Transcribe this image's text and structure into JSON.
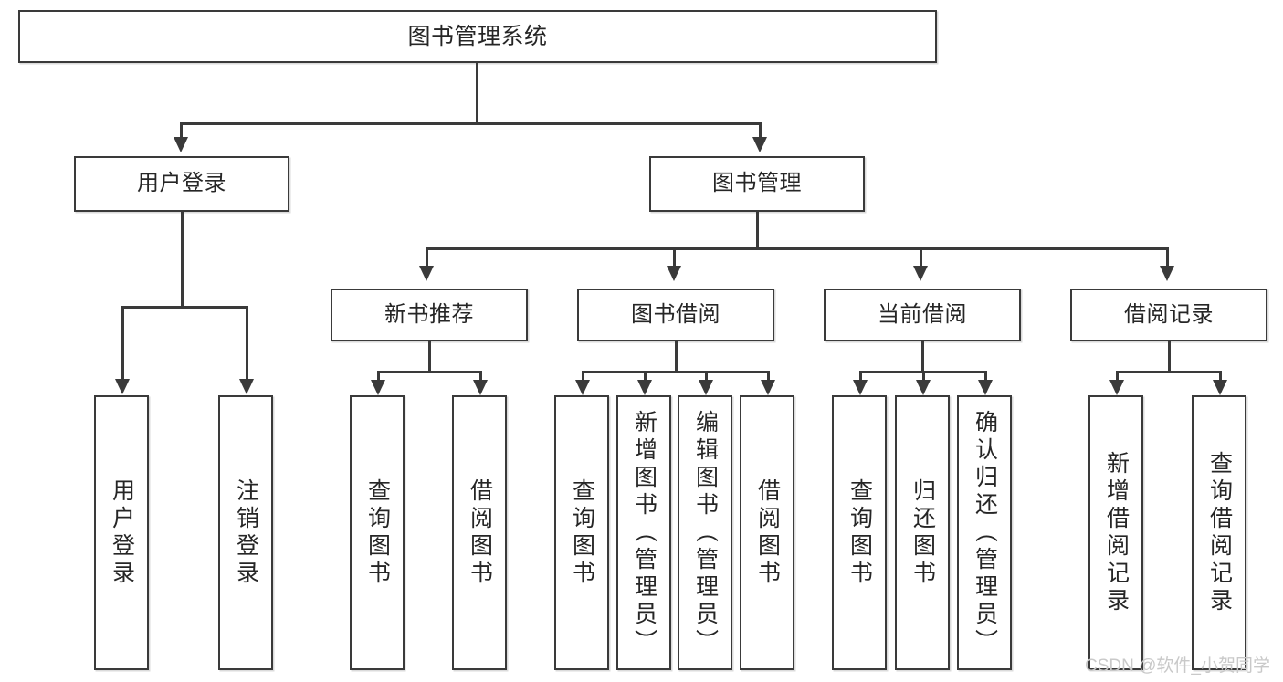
{
  "diagram": {
    "type": "tree-hierarchy",
    "title": "图书管理系统",
    "root": {
      "label": "图书管理系统"
    },
    "level2": [
      {
        "label": "用户登录"
      },
      {
        "label": "图书管理"
      }
    ],
    "level3": [
      {
        "label": "新书推荐"
      },
      {
        "label": "图书借阅"
      },
      {
        "label": "当前借阅"
      },
      {
        "label": "借阅记录"
      }
    ],
    "leaves": {
      "user_login": [
        {
          "label": "用户登录"
        },
        {
          "label": "注销登录"
        }
      ],
      "new_book_recommend": [
        {
          "label": "查询图书"
        },
        {
          "label": "借阅图书"
        }
      ],
      "book_borrow": [
        {
          "label": "查询图书"
        },
        {
          "label": "新增图书（管理员）"
        },
        {
          "label": "编辑图书（管理员）"
        },
        {
          "label": "借阅图书"
        }
      ],
      "current_borrow": [
        {
          "label": "查询图书"
        },
        {
          "label": "归还图书"
        },
        {
          "label": "确认归还（管理员）"
        }
      ],
      "borrow_record": [
        {
          "label": "新增借阅记录"
        },
        {
          "label": "查询借阅记录"
        }
      ]
    }
  },
  "watermark": {
    "text": "CSDN @软件_小贺同学"
  },
  "colors": {
    "stroke": "#3a3a3a",
    "text": "#262626",
    "background": "#ffffff",
    "watermark": "#c9c9c9"
  }
}
